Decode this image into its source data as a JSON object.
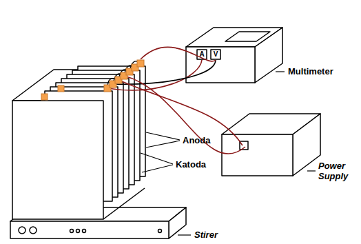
{
  "diagram": {
    "labels": [
      "A",
      "V",
      "Multimeter",
      "Anoda",
      "Katoda",
      "Power Supply",
      "Stirer"
    ]
  }
}
